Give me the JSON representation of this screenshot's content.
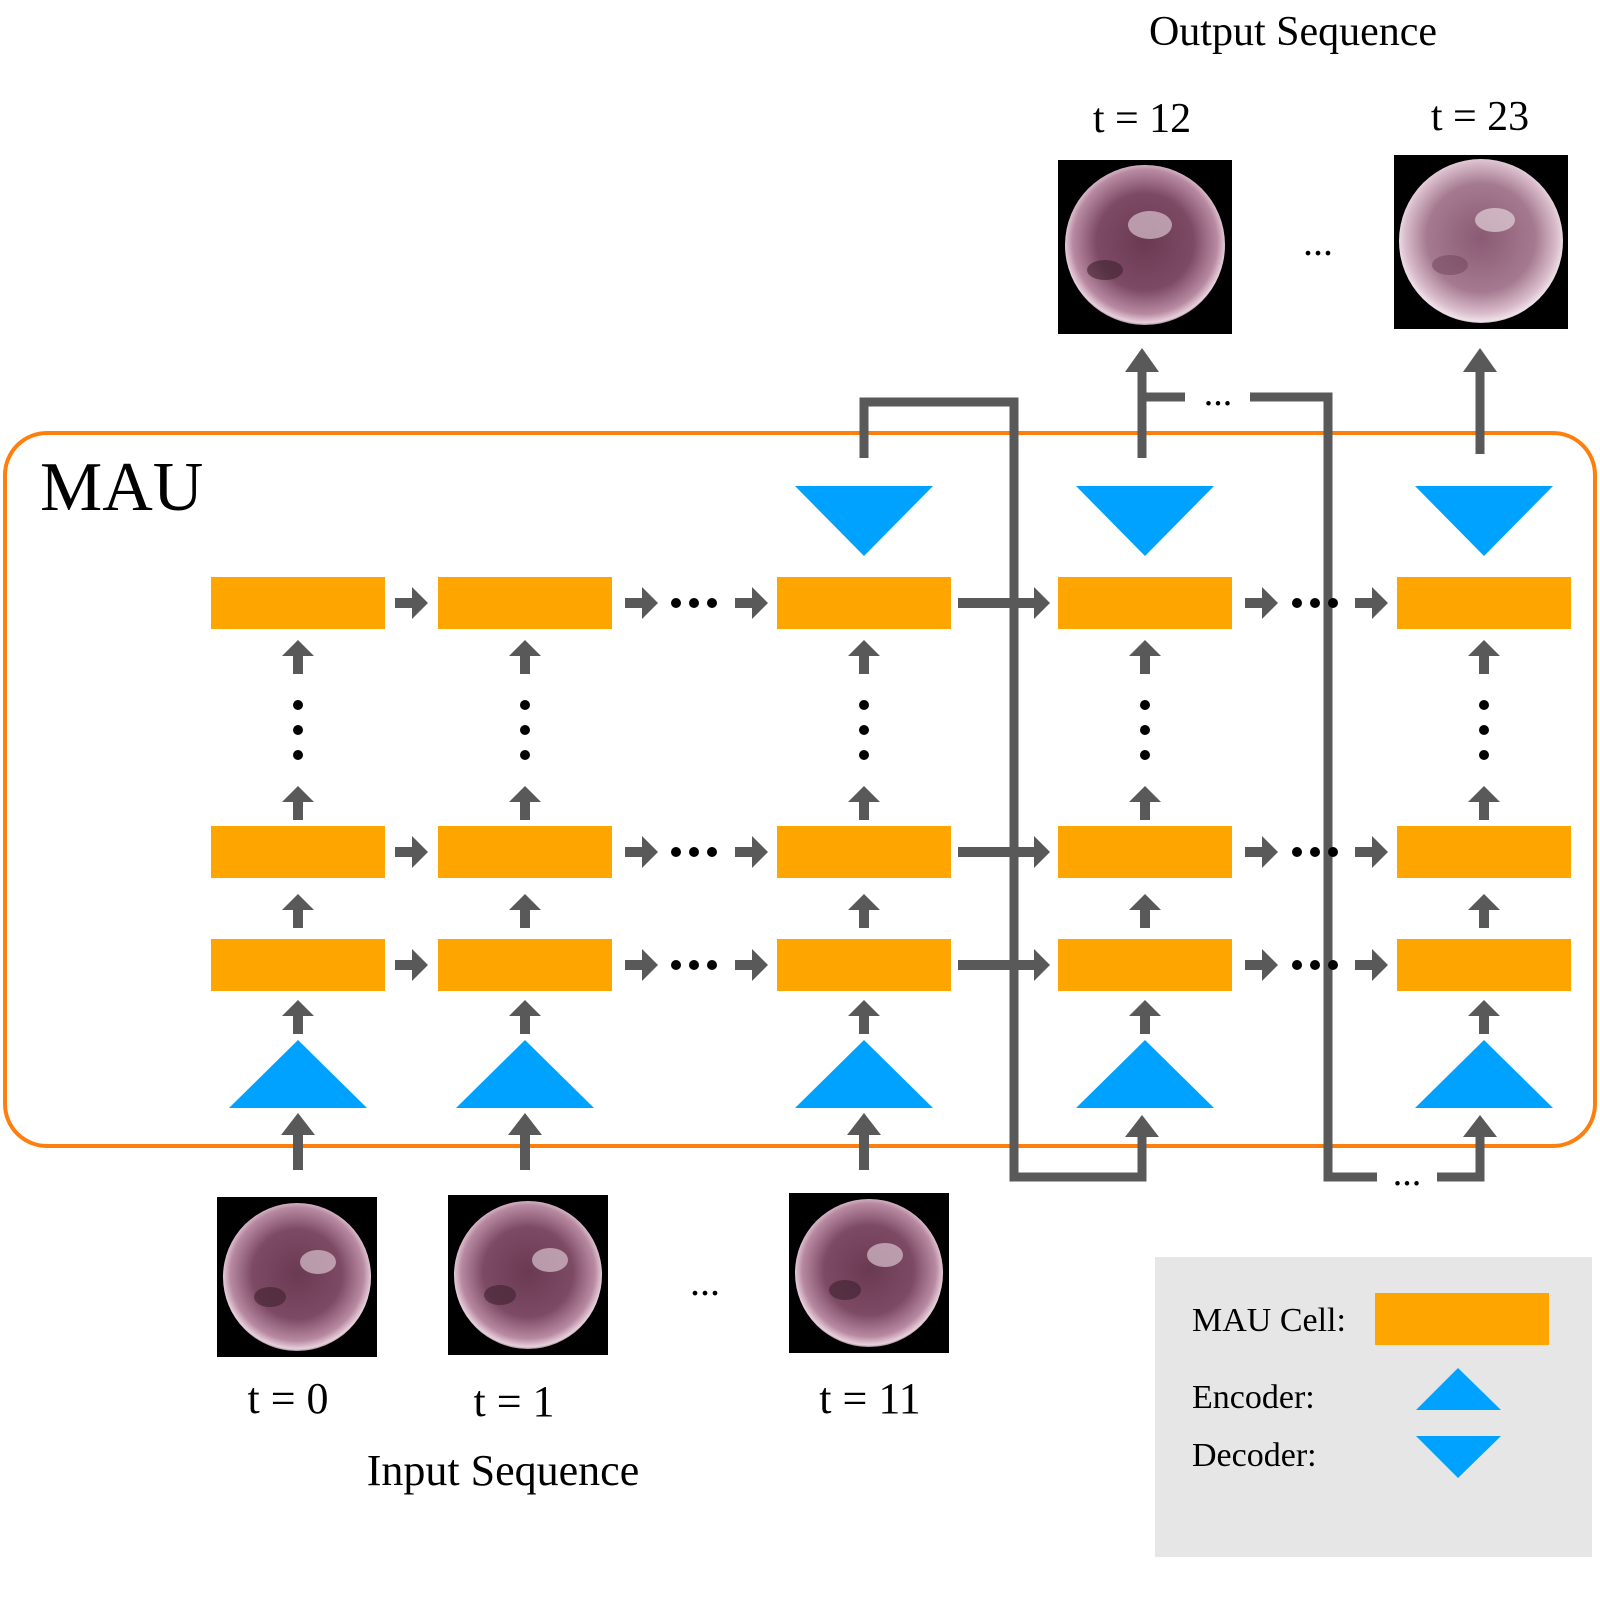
{
  "title_output": "Output Sequence",
  "title_input": "Input Sequence",
  "mau_label": "MAU",
  "input_frames": [
    {
      "label": "t = 0"
    },
    {
      "label": "t = 1"
    },
    {
      "label": "t = 11"
    }
  ],
  "output_frames": [
    {
      "label": "t = 12"
    },
    {
      "label": "t = 23"
    }
  ],
  "ellipsis": "...",
  "legend": {
    "cell_label": "MAU Cell:",
    "encoder_label": "Encoder:",
    "decoder_label": "Decoder:"
  },
  "colors": {
    "cell": "#FFA500",
    "coder": "#00A2FF",
    "arrow": "#595959",
    "frame": "#FF7F0E",
    "legend_bg": "#E6E6E6"
  }
}
